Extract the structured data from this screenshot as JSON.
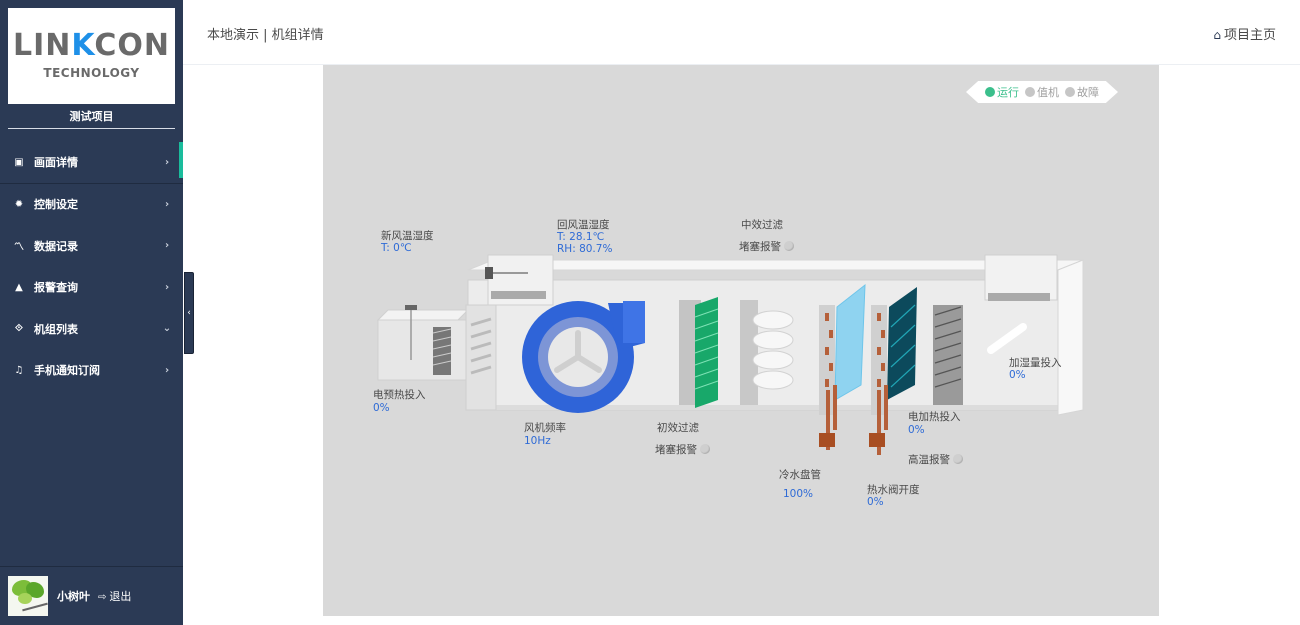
{
  "sidebar": {
    "logo": {
      "main_prefix": "LIN",
      "main_k": "K",
      "main_suffix": "CON",
      "sub": "TECHNOLOGY"
    },
    "project_name": "测试项目",
    "items": [
      {
        "label": "画面详情",
        "icon": "image-icon",
        "glyph": "▣",
        "arrow": "›",
        "active": true
      },
      {
        "label": "控制设定",
        "icon": "gear-icon",
        "glyph": "✹",
        "arrow": "›"
      },
      {
        "label": "数据记录",
        "icon": "line-chart-icon",
        "glyph": "〽",
        "arrow": "›"
      },
      {
        "label": "报警查询",
        "icon": "warning-icon",
        "glyph": "▲",
        "arrow": "›"
      },
      {
        "label": "机组列表",
        "icon": "link-icon",
        "glyph": "⟐",
        "arrow": "⌄"
      },
      {
        "label": "手机通知订阅",
        "icon": "bell-icon",
        "glyph": "♫",
        "arrow": "›"
      }
    ],
    "collapse_glyph": "‹",
    "user": {
      "name": "小树叶",
      "logout_label": "退出",
      "logout_glyph": "⇨"
    }
  },
  "header": {
    "breadcrumb": "本地演示 | 机组详情",
    "home_label": "项目主页",
    "home_glyph": "⌂"
  },
  "status_legend": [
    {
      "label": "运行",
      "color": "#3bbf8c",
      "active": true
    },
    {
      "label": "值机",
      "color": "#c6c6c6"
    },
    {
      "label": "故障",
      "color": "#c6c6c6"
    }
  ],
  "readings": {
    "fresh_air": {
      "label": "新风温湿度",
      "value": "T: 0℃"
    },
    "return_air": {
      "label": "回风温湿度",
      "temp": "T: 28.1℃",
      "rh": "RH: 80.7%"
    },
    "mid_filter": {
      "label": "中效过滤",
      "alarm_label": "堵塞报警"
    },
    "preheat": {
      "label": "电预热投入",
      "value": "0%"
    },
    "fan_freq": {
      "label": "风机频率",
      "value": "10Hz"
    },
    "primary_filter": {
      "label": "初效过滤",
      "alarm_label": "堵塞报警"
    },
    "cold_coil": {
      "label": "冷水盘管",
      "value": "100%"
    },
    "hot_valve": {
      "label": "热水阀开度",
      "value": "0%"
    },
    "elec_heat": {
      "label": "电加热投入",
      "value": "0%"
    },
    "high_temp": {
      "label": "高温报警"
    },
    "humidify": {
      "label": "加湿量投入",
      "value": "0%"
    }
  }
}
